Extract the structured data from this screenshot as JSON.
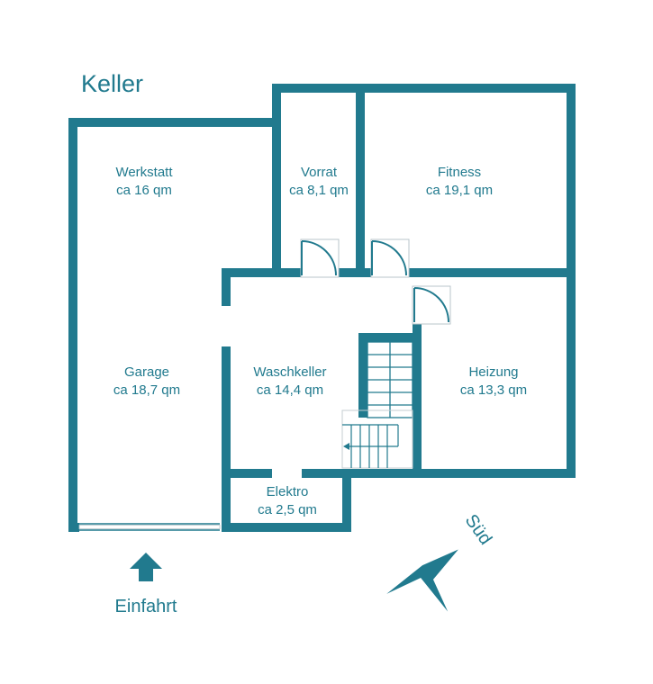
{
  "title": "Keller",
  "rooms": {
    "werkstatt": {
      "name": "Werkstatt",
      "area": "ca 16 qm"
    },
    "vorrat": {
      "name": "Vorrat",
      "area": "ca 8,1 qm"
    },
    "fitness": {
      "name": "Fitness",
      "area": "ca 19,1 qm"
    },
    "garage": {
      "name": "Garage",
      "area": "ca 18,7 qm"
    },
    "waschkeller": {
      "name": "Waschkeller",
      "area": "ca 14,4 qm"
    },
    "heizung": {
      "name": "Heizung",
      "area": "ca 13,3 qm"
    },
    "elektro": {
      "name": "Elektro",
      "area": "ca 2,5 qm"
    }
  },
  "entrance": "Einfahrt",
  "compass": "Süd",
  "colors": {
    "wall": "#217a8e",
    "background": "#ffffff"
  }
}
